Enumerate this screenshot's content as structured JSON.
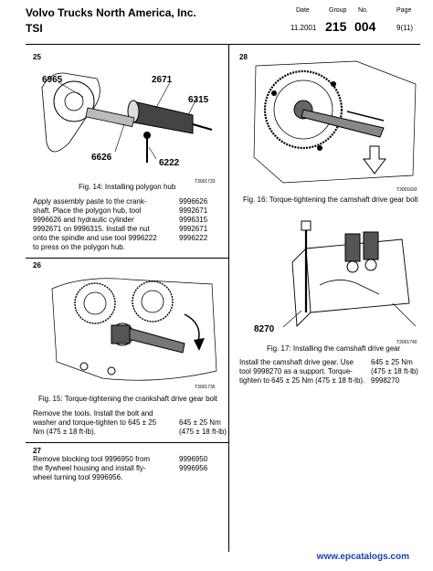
{
  "header": {
    "company": "Volvo Trucks North America, Inc.",
    "title": "TSI",
    "date_label": "Date",
    "date_value": "11.2001",
    "group_label": "Group",
    "group_value": "215",
    "no_label": "No.",
    "no_value": "004",
    "page_label": "Page",
    "page_value": "9(11)"
  },
  "steps": {
    "s25": {
      "number": "25",
      "callouts": [
        "6965",
        "2671",
        "6315",
        "6626",
        "6222"
      ],
      "figcode": "T3001733",
      "caption": "Fig. 14: Installing polygon hub",
      "lines": [
        "Apply assembly paste to the crank-",
        "shaft. Place the polygon hub, tool",
        "9996626 and hydraulic cylinder",
        "9992671 on 9996315. Install the nut",
        "onto the spindle and use tool 9996222",
        "to press on the polygon hub."
      ],
      "tools": [
        "9996626",
        "9992671",
        "9996315",
        "9992671",
        "9996222"
      ]
    },
    "s26": {
      "number": "26",
      "figcode": "T3001735",
      "caption": "Fig. 15: Torque-tightening the crankshaft drive gear bolt",
      "lines": [
        "Remove the tools. Install the bolt and",
        "washer and torque-tighten to 645 ± 25",
        "Nm (475 ± 18 ft-lb)."
      ],
      "tools": [
        "645 ± 25 Nm",
        "(475 ± 18 ft-lb)"
      ]
    },
    "s27": {
      "number": "27",
      "lines": [
        "Remove blocking tool 9996950 from",
        "the flywheel housing and install fly-",
        "wheel turning tool 9996956."
      ],
      "tools": [
        "9996950",
        "9996956"
      ]
    },
    "s28": {
      "number": "28",
      "figcode16": "T3001693",
      "caption16": "Fig. 16: Torque-tightening the camshaft drive gear bolt",
      "callout17": "8270",
      "figcode17": "T3001740",
      "caption17": "Fig. 17: Installing the camshaft drive gear",
      "lines": [
        "Install the camshaft drive gear. Use",
        "tool 9998270 as a support. Torque-",
        "tighten to 645 ± 25 Nm (475 ± 18 ft-lb)."
      ],
      "tools": [
        "645 ± 25 Nm",
        "(475 ± 18 ft-lb)",
        "9998270"
      ]
    }
  },
  "watermark": "www.epcatalogs.com"
}
